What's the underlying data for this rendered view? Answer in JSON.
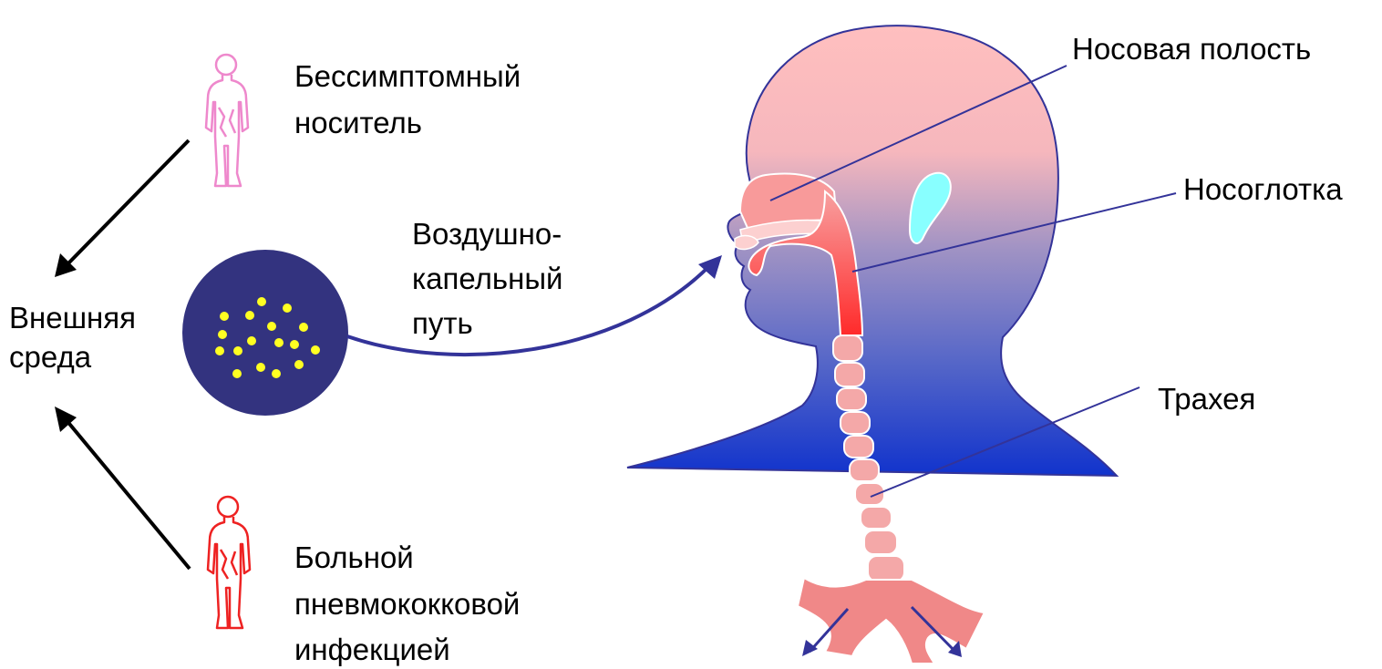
{
  "labels": {
    "carrier_line1": "Бессимптомный",
    "carrier_line2": "носитель",
    "environment_line1": "Внешняя",
    "environment_line2": "среда",
    "route_line1": "Воздушно-",
    "route_line2": "капельный",
    "route_line3": "путь",
    "patient_line1": "Больной",
    "patient_line2": "пневмококковой",
    "patient_line3": "инфекцией",
    "nasal_cavity": "Носовая полость",
    "nasopharynx": "Носоглотка",
    "trachea": "Трахея"
  },
  "colors": {
    "carrier_figure": "#ee88cc",
    "patient_figure": "#ee2222",
    "droplet_circle": "#33337f",
    "droplet_dots": "#ffff22",
    "head_top": "#ffbfbf",
    "head_bottom": "#1133cc",
    "airway": "#ff5555",
    "airway_light": "#f8b0b0",
    "ear": "#88ffff",
    "arrow_black": "#000000",
    "arrow_route": "#333399",
    "pointer_lines": "#333399"
  },
  "icons": {
    "carrier": "person-outline-icon",
    "patient": "person-outline-icon"
  }
}
